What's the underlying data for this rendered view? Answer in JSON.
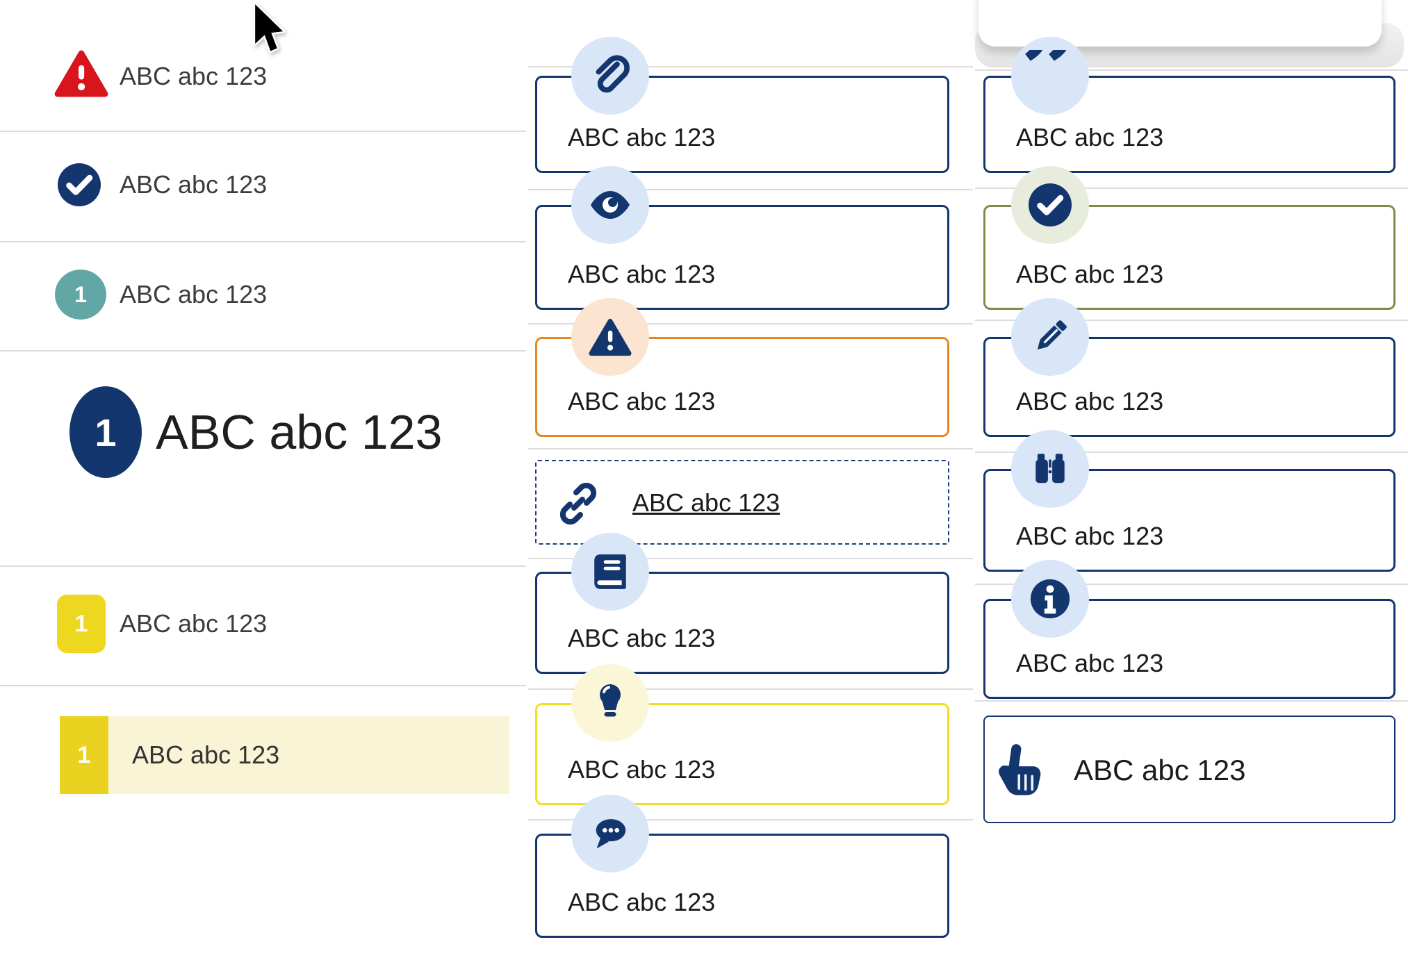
{
  "left_list": {
    "items": [
      {
        "type": "alert",
        "icon": "warning-triangle-icon",
        "label": "ABC abc 123"
      },
      {
        "type": "confirmed",
        "icon": "check-circle-icon",
        "label": "ABC abc 123"
      },
      {
        "type": "step-teal",
        "icon": "number-badge",
        "badge": "1",
        "label": "ABC abc 123"
      },
      {
        "type": "step-large",
        "icon": "number-badge",
        "badge": "1",
        "label": "ABC abc 123"
      },
      {
        "type": "step-yellow",
        "icon": "number-badge",
        "badge": "1",
        "label": "ABC abc 123"
      },
      {
        "type": "step-yellow-highlighted",
        "icon": "number-badge",
        "badge": "1",
        "label": "ABC abc 123"
      }
    ]
  },
  "middle_column": {
    "boxes": [
      {
        "variant": "navy",
        "icon": "paperclip-icon",
        "label": "ABC abc 123"
      },
      {
        "variant": "navy",
        "icon": "eye-icon",
        "label": "ABC abc 123"
      },
      {
        "variant": "orange",
        "icon": "warning-triangle-icon",
        "label": "ABC abc 123"
      },
      {
        "variant": "dashed",
        "icon": "link-icon",
        "label": "ABC abc 123"
      },
      {
        "variant": "navy",
        "icon": "book-icon",
        "label": "ABC abc 123"
      },
      {
        "variant": "yellow",
        "icon": "lightbulb-icon",
        "label": "ABC abc 123"
      },
      {
        "variant": "navy",
        "icon": "chat-icon",
        "label": "ABC abc 123"
      }
    ]
  },
  "right_column": {
    "boxes": [
      {
        "variant": "navy",
        "icon": "quote-icon",
        "label": "ABC abc 123"
      },
      {
        "variant": "olive",
        "icon": "check-circle-icon",
        "label": "ABC abc 123"
      },
      {
        "variant": "navy",
        "icon": "pencil-icon",
        "label": "ABC abc 123"
      },
      {
        "variant": "navy",
        "icon": "binoculars-icon",
        "label": "ABC abc 123"
      },
      {
        "variant": "navy",
        "icon": "info-icon",
        "label": "ABC abc 123"
      },
      {
        "variant": "navy-inline",
        "icon": "hand-pointer-icon",
        "label": "ABC abc 123"
      }
    ]
  },
  "colors": {
    "navy": "#14366e",
    "light_blue_badge": "#d9e6f8",
    "alert_red": "#d8151c",
    "teal": "#62a7a5",
    "yellow_square": "#eed71f",
    "yellow_border": "#f0e01e",
    "row_highlight": "#faf4d6",
    "peach_badge": "#fbe4d0",
    "pale_yellow_badge": "#fbf6d8",
    "pale_green_badge": "#e8ecdc",
    "olive_border": "#7e8d45",
    "orange_border": "#e8861f",
    "divider_gray": "#dcdcdc"
  }
}
